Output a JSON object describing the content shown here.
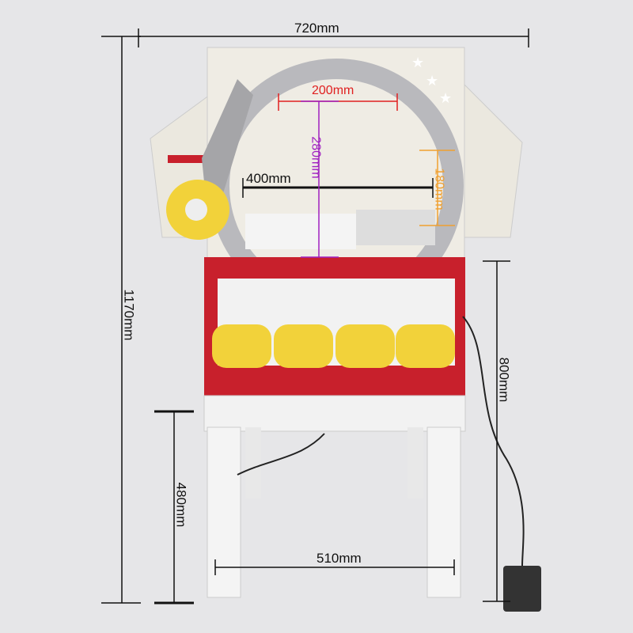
{
  "dimensions": {
    "overall_width": "720mm",
    "ring_inner_width": "200mm",
    "ring_height": "280mm",
    "ring_offset": "180mm",
    "ring_diameter": "400mm",
    "overall_height": "1170mm",
    "body_height": "800mm",
    "stand_height": "480mm",
    "stand_width": "510mm"
  },
  "colors": {
    "background": "#e6e6e8",
    "panel": "#ebe8df",
    "box": "#c8202c",
    "tape": "#f2d23a",
    "ring": "#b9b9bd",
    "red_dim": "#e02020",
    "purple_dim": "#a020c0",
    "orange_dim": "#f0a030"
  }
}
